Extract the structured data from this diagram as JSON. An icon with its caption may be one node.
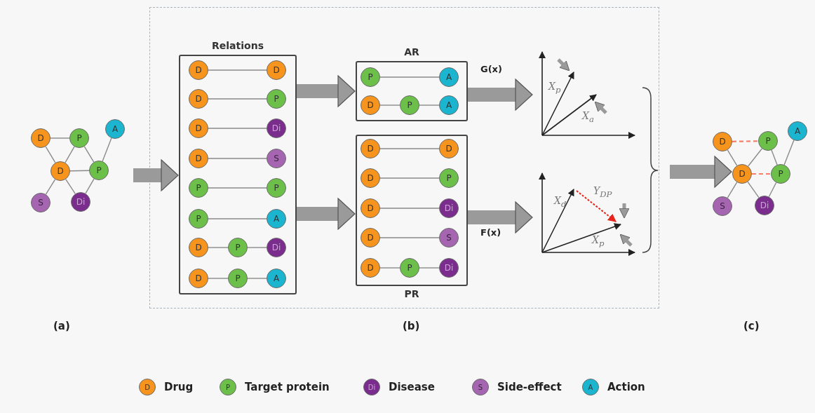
{
  "diagram": {
    "nodes": [
      {
        "text": [
          "D"
        ]
      },
      {
        "text": [
          "P"
        ]
      },
      {
        "text": [
          "A"
        ]
      },
      {
        "text": [
          "D"
        ]
      },
      {
        "text": [
          "P"
        ]
      },
      {
        "text": [
          "S"
        ]
      },
      {
        "text": [
          "Di"
        ]
      },
      {
        "text": [
          "Relations"
        ]
      },
      {
        "text": [
          "D"
        ],
        "in": 7
      },
      {
        "text": [
          "D"
        ],
        "in": 7
      },
      {
        "text": [
          "D"
        ],
        "in": 7
      },
      {
        "text": [
          "P"
        ],
        "in": 7
      },
      {
        "text": [
          "D"
        ],
        "in": 7
      },
      {
        "text": [
          "Di"
        ],
        "in": 7
      },
      {
        "text": [
          "D"
        ],
        "in": 7
      },
      {
        "text": [
          "S"
        ],
        "in": 7
      },
      {
        "text": [
          "P"
        ],
        "in": 7
      },
      {
        "text": [
          "P"
        ],
        "in": 7
      },
      {
        "text": [
          "P"
        ],
        "in": 7
      },
      {
        "text": [
          "A"
        ],
        "in": 7
      },
      {
        "text": [
          "D"
        ],
        "in": 7
      },
      {
        "text": [
          "P"
        ],
        "in": 7
      },
      {
        "text": [
          "Di"
        ],
        "in": 7
      },
      {
        "text": [
          "D"
        ],
        "in": 7
      },
      {
        "text": [
          "P"
        ],
        "in": 7
      },
      {
        "text": [
          "A"
        ],
        "in": 7
      },
      {
        "text": [
          "AR"
        ]
      },
      {
        "text": [
          "P"
        ],
        "in": 26
      },
      {
        "text": [
          "A"
        ],
        "in": 26
      },
      {
        "text": [
          "D"
        ],
        "in": 26
      },
      {
        "text": [
          "P"
        ],
        "in": 26
      },
      {
        "text": [
          "A"
        ],
        "in": 26
      },
      {
        "text": [
          "PR"
        ]
      },
      {
        "text": [
          "D"
        ],
        "in": 32
      },
      {
        "text": [
          "D"
        ],
        "in": 32
      },
      {
        "text": [
          "D"
        ],
        "in": 32
      },
      {
        "text": [
          "P"
        ],
        "in": 32
      },
      {
        "text": [
          "D"
        ],
        "in": 32
      },
      {
        "text": [
          "Di"
        ],
        "in": 32
      },
      {
        "text": [
          "D"
        ],
        "in": 32
      },
      {
        "text": [
          "S"
        ],
        "in": 32
      },
      {
        "text": [
          "D"
        ],
        "in": 32
      },
      {
        "text": [
          "P"
        ],
        "in": 32
      },
      {
        "text": [
          "Di"
        ],
        "in": 32
      },
      {
        "text": [
          "X$_{p}$",
          "X$_{a}$"
        ]
      },
      {
        "text": [
          "X$_{d}$",
          "Y$_{DP}$",
          "X$_{p}$"
        ]
      },
      {
        "text": [
          "D"
        ]
      },
      {
        "text": [
          "P"
        ]
      },
      {
        "text": [
          "A"
        ]
      },
      {
        "text": [
          "D"
        ]
      },
      {
        "text": [
          "P"
        ]
      },
      {
        "text": [
          "S"
        ]
      },
      {
        "text": [
          "Di"
        ]
      }
    ],
    "edges": [
      {
        "from": 0,
        "to": 1,
        "arrow": "none"
      },
      {
        "from": 0,
        "to": 3,
        "arrow": "none"
      },
      {
        "from": 1,
        "to": 3,
        "arrow": "none"
      },
      {
        "from": 1,
        "to": 4,
        "arrow": "none"
      },
      {
        "from": 2,
        "to": 4,
        "arrow": "none"
      },
      {
        "from": 3,
        "to": 4,
        "arrow": "none"
      },
      {
        "from": 3,
        "to": 5,
        "arrow": "none"
      },
      {
        "from": 3,
        "to": 6,
        "arrow": "none"
      },
      {
        "from": 4,
        "to": 6,
        "arrow": "none"
      },
      {
        "from": null,
        "to": 7,
        "arrow": "to",
        "style": "thick"
      },
      {
        "from": 8,
        "to": 9,
        "arrow": "none"
      },
      {
        "from": 10,
        "to": 11,
        "arrow": "none"
      },
      {
        "from": 12,
        "to": 13,
        "arrow": "none"
      },
      {
        "from": 14,
        "to": 15,
        "arrow": "none"
      },
      {
        "from": 16,
        "to": 17,
        "arrow": "none"
      },
      {
        "from": 18,
        "to": 19,
        "arrow": "none"
      },
      {
        "from": 20,
        "to": 21,
        "arrow": "none"
      },
      {
        "from": 21,
        "to": 22,
        "arrow": "none"
      },
      {
        "from": 23,
        "to": 24,
        "arrow": "none"
      },
      {
        "from": 24,
        "to": 25,
        "arrow": "none"
      },
      {
        "from": 7,
        "to": 26,
        "arrow": "to",
        "style": "thick"
      },
      {
        "from": 7,
        "to": 32,
        "arrow": "to",
        "style": "thick"
      },
      {
        "from": 27,
        "to": 28,
        "arrow": "none"
      },
      {
        "from": 29,
        "to": 30,
        "arrow": "none"
      },
      {
        "from": 30,
        "to": 31,
        "arrow": "none"
      },
      {
        "from": 33,
        "to": 34,
        "arrow": "none"
      },
      {
        "from": 35,
        "to": 36,
        "arrow": "none"
      },
      {
        "from": 37,
        "to": 38,
        "arrow": "none"
      },
      {
        "from": 39,
        "to": 40,
        "arrow": "none"
      },
      {
        "from": 41,
        "to": 42,
        "arrow": "none"
      },
      {
        "from": 42,
        "to": 43,
        "arrow": "none"
      },
      {
        "from": 26,
        "to": 44,
        "arrow": "to",
        "style": "thick",
        "label": "G(x)"
      },
      {
        "from": 32,
        "to": 45,
        "arrow": "to",
        "style": "thick",
        "label": "F(x)"
      },
      {
        "from": null,
        "to": 49,
        "arrow": "to",
        "style": "thick"
      },
      {
        "from": 46,
        "to": 47,
        "arrow": "none",
        "style": "dashed",
        "color": "#f4806c"
      },
      {
        "from": 46,
        "to": 49,
        "arrow": "none"
      },
      {
        "from": 47,
        "to": 49,
        "arrow": "none"
      },
      {
        "from": 47,
        "to": 50,
        "arrow": "none"
      },
      {
        "from": 48,
        "to": 50,
        "arrow": "none"
      },
      {
        "from": 49,
        "to": 50,
        "arrow": "none",
        "style": "dashed",
        "color": "#f4806c"
      },
      {
        "from": 49,
        "to": 51,
        "arrow": "none"
      },
      {
        "from": 49,
        "to": 52,
        "arrow": "none"
      },
      {
        "from": 50,
        "to": 52,
        "arrow": "none"
      }
    ],
    "labels": [
      "(a)",
      "(b)",
      "(c)",
      "D",
      "P",
      "Di",
      "S",
      "A"
    ],
    "legend": [
      {
        "text": "Drug",
        "color": "#f7941d"
      },
      {
        "text": "Target protein",
        "color": "#6cc04a"
      },
      {
        "text": "Disease",
        "color": "#7b2d8e"
      },
      {
        "text": "Side-effect",
        "color": "#a565b0"
      },
      {
        "text": "Action",
        "color": "#1cb5d0"
      }
    ]
  }
}
